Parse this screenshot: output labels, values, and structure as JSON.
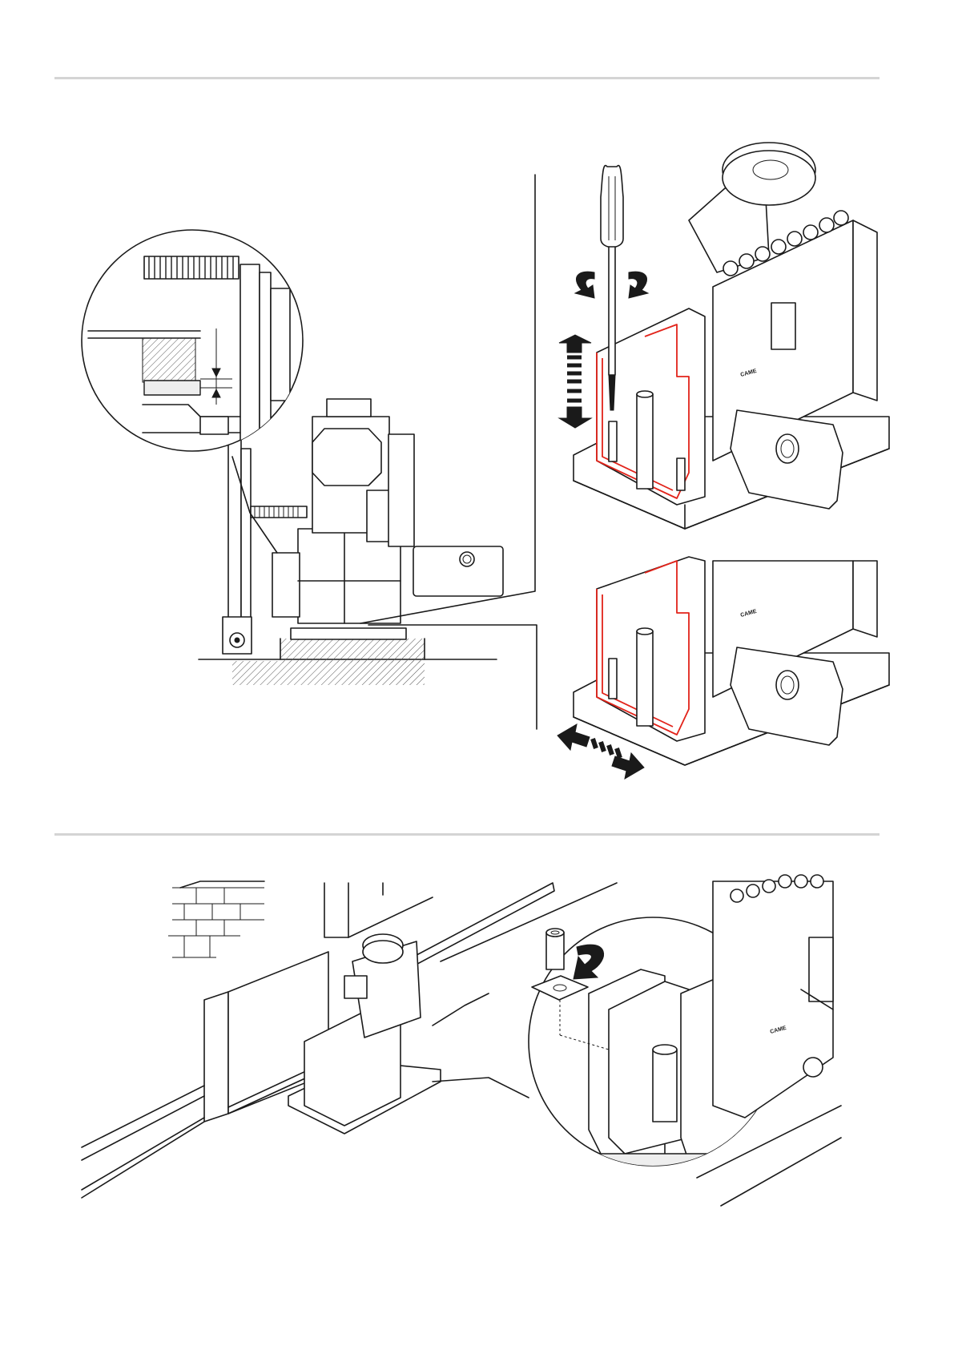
{
  "figures": [
    {
      "panels": [
        "side-section-with-detail-callout",
        "screwdriver-adjustment",
        "slide-adjustment"
      ]
    },
    {
      "panels": [
        "gate-installation-overview",
        "spacer-detail-callout"
      ]
    }
  ],
  "product_marking": "CAME",
  "icons": [
    "screwdriver-icon",
    "rotate-arrows-icon",
    "vertical-arrow-icon",
    "horizontal-arrow-icon",
    "rotate-arrow-icon",
    "magnifier-circle-icon"
  ]
}
